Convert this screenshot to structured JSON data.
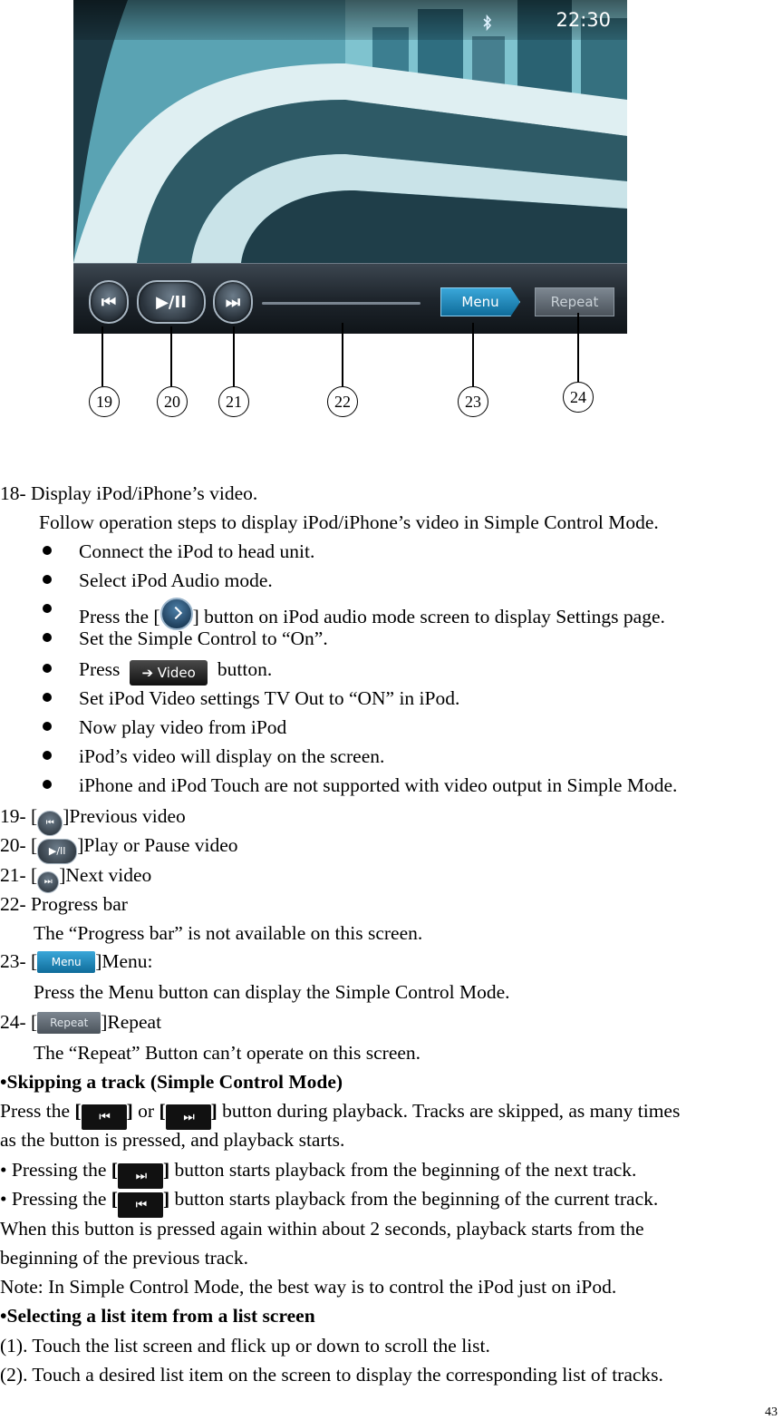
{
  "screen": {
    "clock": "22:30",
    "status_icon": "bluetooth-icon",
    "controls": {
      "prev_glyph": "⏮",
      "play_pause_glyph": "▶/II",
      "next_glyph": "⏭",
      "menu_label": "Menu",
      "repeat_label": "Repeat"
    },
    "callouts": [
      "19",
      "20",
      "21",
      "22",
      "23",
      "24"
    ]
  },
  "text": {
    "l18": "18- Display iPod/iPhone’s video.",
    "l18b": "Follow operation steps to display iPod/iPhone’s video in Simple Control Mode.",
    "b1": "Connect the iPod to head unit.",
    "b2": "Select iPod Audio mode.",
    "b3_pre": "Press the [",
    "b3_post": "] button on iPod audio mode screen to display Settings page.",
    "b4": "Set the Simple Control to “On”.",
    "b5_pre": "Press",
    "b5_btn": "➔ Video",
    "b5_post": "button.",
    "b6": "Set iPod Video settings TV Out to “ON” in iPod.",
    "b7": "Now play video from iPod",
    "b8": "iPod’s video will display on the screen.",
    "b9": "iPhone and iPod Touch are not supported with video output in Simple Mode.",
    "l19_pre": "19- [",
    "l19_post": "]Previous video",
    "l20_pre": "20- [",
    "l20_post": "]Play or Pause video",
    "l21_pre": "21- [",
    "l21_post": "]Next video",
    "l22": "22- Progress bar",
    "l22b": "The “Progress bar” is not available on this screen.",
    "l23_pre": "23- [",
    "l23_btn": "Menu",
    "l23_post": "]Menu:",
    "l23b": "Press the Menu button can display the Simple Control Mode.",
    "l24_pre": "24- [",
    "l24_btn": "Repeat",
    "l24_post": "]Repeat",
    "l24b": "The “Repeat” Button can’t operate on this screen.",
    "skip_head": "•Skipping a track (Simple Control Mode)",
    "skip1_a": "Press the ",
    "skip1_b": " or ",
    "skip1_c": " button during playback. Tracks are skipped, as many times",
    "skip2": "as the button is pressed, and playback starts.",
    "skip3_a": "• Pressing the ",
    "skip3_b": " button starts playback from the beginning of the next track.",
    "skip4_a": "• Pressing the ",
    "skip4_b": " button starts playback from the beginning of the current track.",
    "skip5": "When this button is pressed again within about 2 seconds, playback starts from the",
    "skip6": "beginning of the previous track.",
    "note": "Note: In Simple Control Mode, the best way is to control the iPod just on iPod.",
    "list_head": "•Selecting a list item from a list screen",
    "list1": "(1). Touch the list screen and flick up or down to scroll the list.",
    "list2": "(2). Touch a desired list item on the screen to display the corresponding list of tracks.",
    "prev_icon_glyph": "⏮",
    "next_icon_glyph": "⏭",
    "play_icon_glyph": "▶/II"
  },
  "page_number": "43"
}
